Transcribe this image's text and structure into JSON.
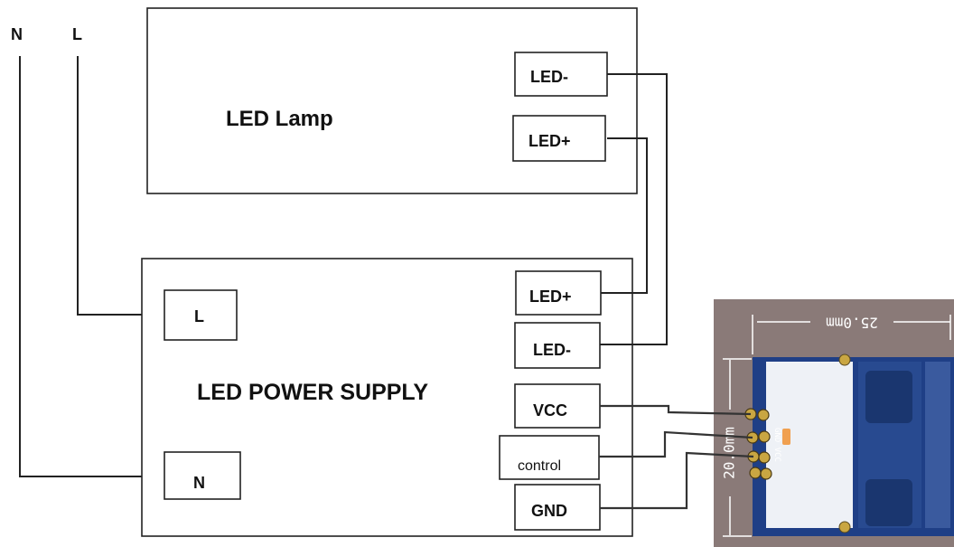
{
  "mains": {
    "n_label": "N",
    "l_label": "L"
  },
  "lamp": {
    "title": "LED Lamp",
    "terminals": {
      "led_minus": "LED-",
      "led_plus": "LED+"
    }
  },
  "supply": {
    "title": "LED POWER SUPPLY",
    "inputs": {
      "l": "L",
      "n": "N"
    },
    "outputs": {
      "led_plus": "LED+",
      "led_minus": "LED-",
      "vcc": "VCC",
      "control": "control",
      "gnd": "GND"
    }
  },
  "module": {
    "width_label": "25.0mm",
    "height_label": "20.0mm",
    "pin_labels": "GND VCC",
    "colors": {
      "frame": "#8a7a78",
      "board": "#1f3f86",
      "pad": "#c9a642",
      "sensor": "#eef1f6"
    }
  }
}
